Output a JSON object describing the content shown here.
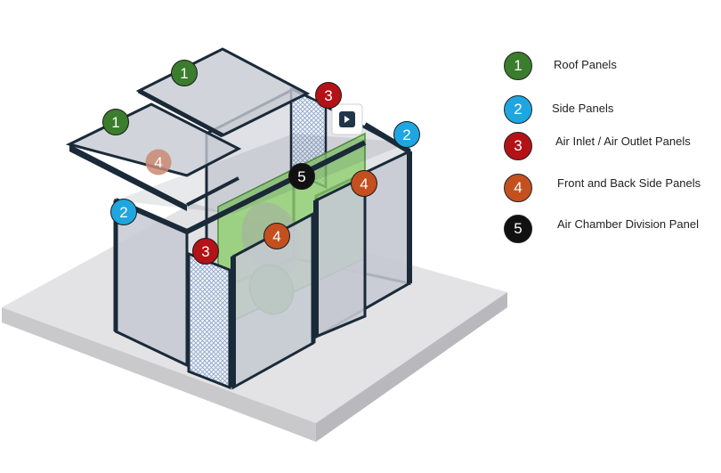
{
  "legend": [
    {
      "num": "1",
      "label": "Roof Panels",
      "color": "#3a7d2c"
    },
    {
      "num": "2",
      "label": "Side Panels",
      "color": "#1fa6e0"
    },
    {
      "num": "3",
      "label": "Air Inlet / Air Outlet Panels",
      "color": "#b31217"
    },
    {
      "num": "4",
      "label": "Front and Back Side Panels",
      "color": "#c4501f"
    },
    {
      "num": "5",
      "label": "Air Chamber Division Panel",
      "color": "#111111"
    }
  ],
  "markers": {
    "roof_a": "1",
    "roof_b": "1",
    "inlet_top": "3",
    "inlet_bottom": "3",
    "side_right": "2",
    "side_left": "2",
    "front_back_ghost": "4",
    "front_back_right": "4",
    "front_back_center": "4",
    "division": "5"
  },
  "colors": {
    "platform": "#dcdcde",
    "panel_fill": "#c7cbd4",
    "frame": "#1a2a38",
    "division_green": "#8fcf6e",
    "mesh": "#8fa3c8"
  }
}
